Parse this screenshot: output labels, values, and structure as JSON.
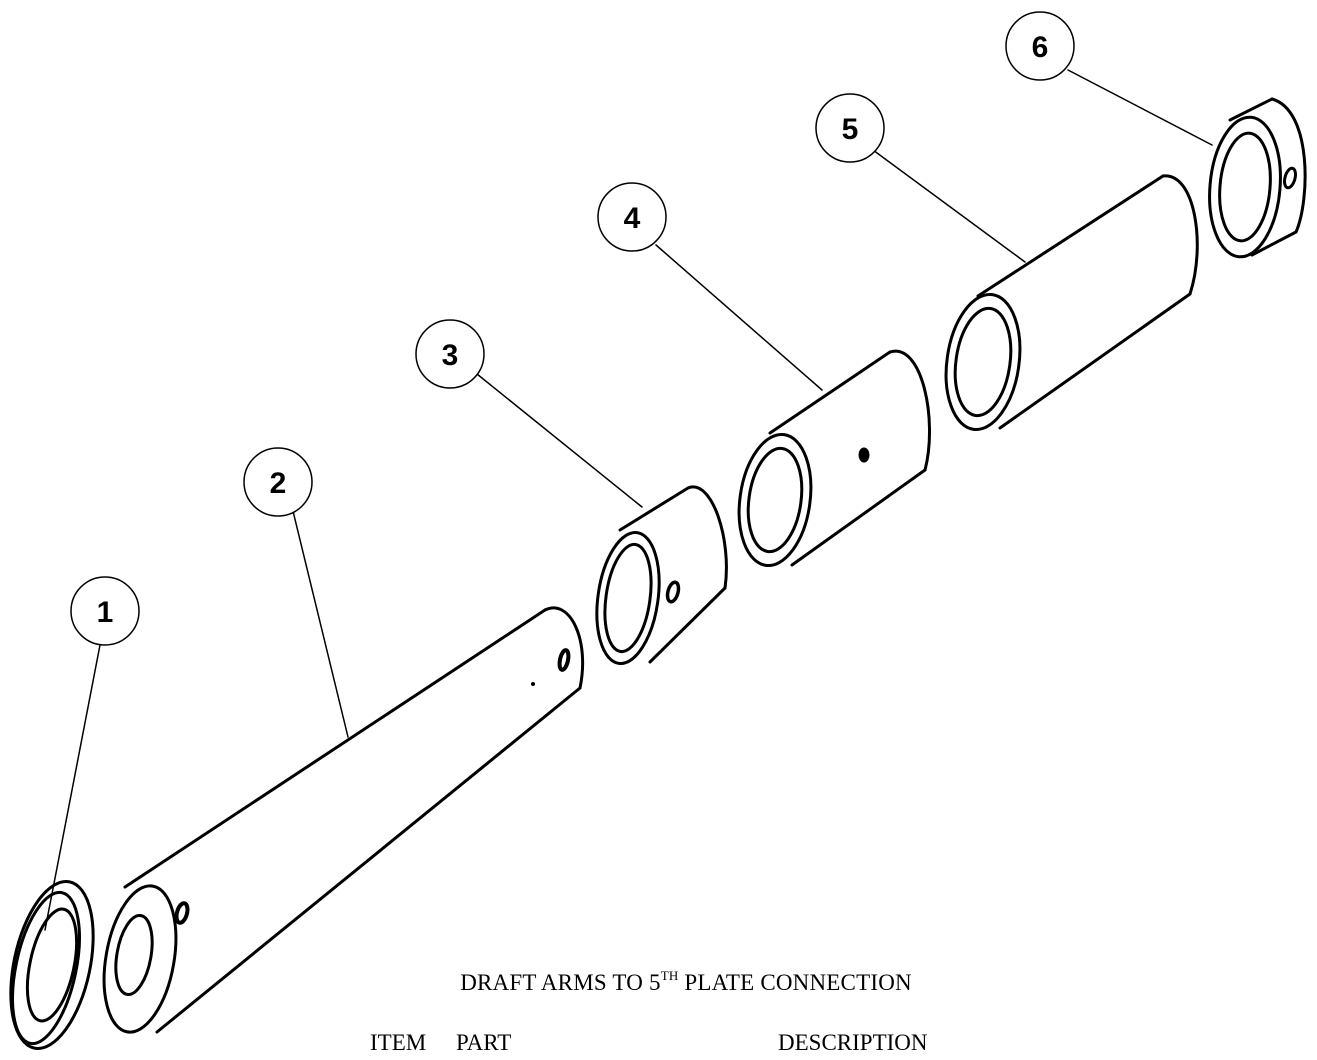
{
  "callouts": [
    "1",
    "2",
    "3",
    "4",
    "5",
    "6"
  ],
  "caption": {
    "main": "DRAFT ARMS TO 5",
    "superscript": "TH",
    "rest": " PLATE CONNECTION"
  },
  "table_header": {
    "item": "ITEM",
    "part": "PART",
    "description": "DESCRIPTION"
  }
}
